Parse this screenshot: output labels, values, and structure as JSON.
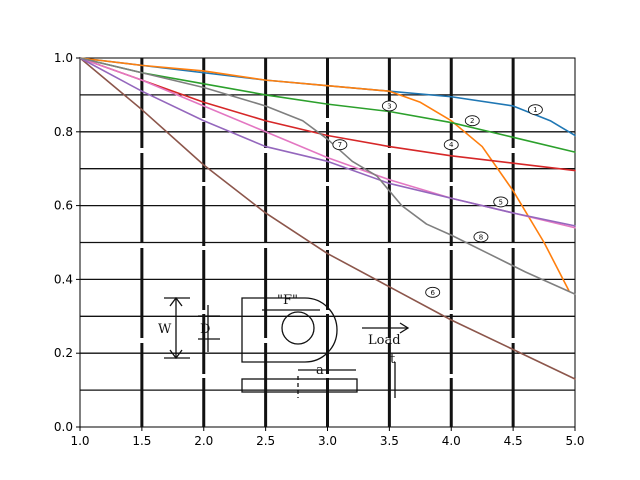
{
  "chart_data": {
    "type": "line",
    "title": "",
    "xlabel": "",
    "ylabel": "",
    "xlim": [
      1.0,
      5.0
    ],
    "ylim": [
      0.0,
      1.0
    ],
    "xticks": [
      "1.0",
      "1.5",
      "2.0",
      "2.5",
      "3.0",
      "3.5",
      "4.0",
      "4.5",
      "5.0"
    ],
    "yticks": [
      "0.0",
      "0.2",
      "0.4",
      "0.6",
      "0.8",
      "1.0"
    ],
    "grid": true,
    "series": [
      {
        "label": "1",
        "color": "#1f77b4",
        "x": [
          1.0,
          1.5,
          2.0,
          2.5,
          3.0,
          3.5,
          4.0,
          4.5,
          4.8,
          5.0
        ],
        "y": [
          1.0,
          0.98,
          0.96,
          0.94,
          0.925,
          0.91,
          0.895,
          0.87,
          0.83,
          0.79
        ],
        "marker_at": [
          4.68,
          0.86
        ]
      },
      {
        "label": "2",
        "color": "#ff7f0e",
        "x": [
          1.0,
          1.5,
          2.0,
          2.5,
          3.0,
          3.5,
          3.75,
          4.0,
          4.25,
          4.5,
          4.75,
          4.95
        ],
        "y": [
          1.0,
          0.98,
          0.965,
          0.94,
          0.925,
          0.91,
          0.88,
          0.83,
          0.76,
          0.64,
          0.5,
          0.37
        ],
        "marker_at": [
          4.17,
          0.83
        ]
      },
      {
        "label": "3",
        "color": "#2ca02c",
        "x": [
          1.0,
          1.5,
          2.0,
          2.5,
          3.0,
          3.5,
          4.0,
          4.5,
          5.0
        ],
        "y": [
          1.0,
          0.96,
          0.93,
          0.9,
          0.875,
          0.855,
          0.825,
          0.785,
          0.745
        ],
        "marker_at": [
          3.5,
          0.87
        ]
      },
      {
        "label": "4",
        "color": "#d62728",
        "x": [
          1.0,
          1.5,
          2.0,
          2.5,
          3.0,
          3.5,
          4.0,
          4.5,
          5.0
        ],
        "y": [
          1.0,
          0.94,
          0.88,
          0.83,
          0.79,
          0.76,
          0.735,
          0.715,
          0.695
        ],
        "marker_at": [
          4.0,
          0.765
        ]
      },
      {
        "label": "5",
        "color": "#e377c2",
        "x": [
          1.0,
          1.5,
          2.0,
          2.5,
          3.0,
          3.5,
          4.0,
          4.5,
          5.0
        ],
        "y": [
          1.0,
          0.94,
          0.87,
          0.8,
          0.73,
          0.67,
          0.62,
          0.58,
          0.54
        ],
        "marker_at": [
          4.4,
          0.61
        ]
      },
      {
        "label": "6",
        "color": "#8c564b",
        "x": [
          1.0,
          1.5,
          2.0,
          2.5,
          3.0,
          3.5,
          4.0,
          4.5,
          5.0
        ],
        "y": [
          1.0,
          0.86,
          0.71,
          0.58,
          0.47,
          0.38,
          0.29,
          0.21,
          0.13
        ],
        "marker_at": [
          3.85,
          0.365
        ]
      },
      {
        "label": "7",
        "color": "#9467bd",
        "x": [
          1.0,
          1.5,
          2.0,
          2.5,
          3.0,
          3.5,
          4.0,
          4.5,
          5.0
        ],
        "y": [
          1.0,
          0.91,
          0.83,
          0.76,
          0.72,
          0.66,
          0.62,
          0.58,
          0.545
        ],
        "marker_at": [
          3.1,
          0.765
        ]
      },
      {
        "label": "8",
        "color": "#7f7f7f",
        "x": [
          1.0,
          1.5,
          2.0,
          2.5,
          2.8,
          3.0,
          3.2,
          3.4,
          3.6,
          3.8,
          4.0,
          4.3,
          4.6,
          5.0
        ],
        "y": [
          1.0,
          0.96,
          0.92,
          0.87,
          0.83,
          0.78,
          0.72,
          0.68,
          0.6,
          0.55,
          0.52,
          0.47,
          0.42,
          0.36
        ],
        "marker_at": [
          4.24,
          0.515
        ]
      }
    ],
    "inset_diagram": {
      "labels": [
        "W",
        "D",
        "\"F\"",
        "Load",
        "a",
        "t"
      ]
    }
  }
}
